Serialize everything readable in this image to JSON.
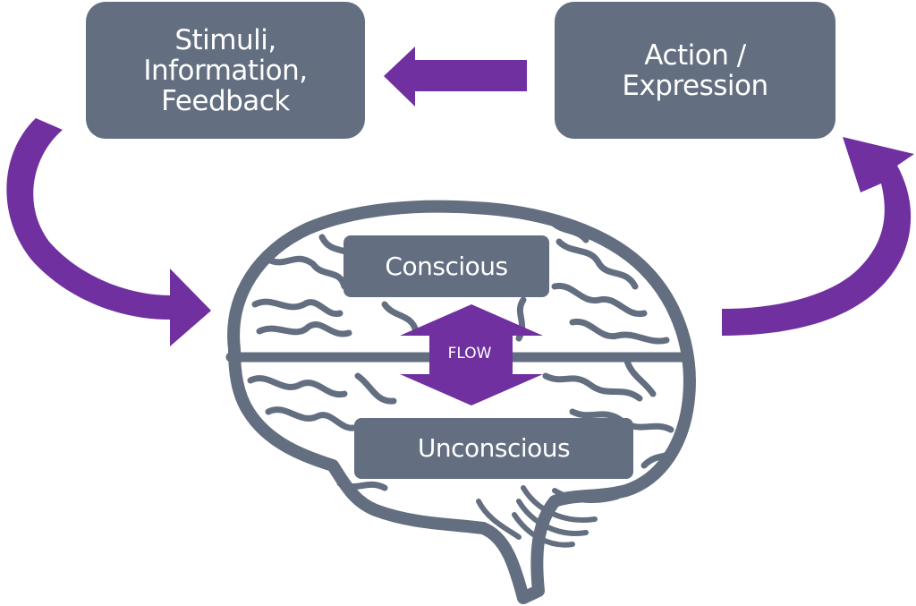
{
  "diagram": {
    "boxes": {
      "stimuli": "Stimuli,\nInformation,\nFeedback",
      "action": "Action /\nExpression",
      "conscious": "Conscious",
      "unconscious": "Unconscious"
    },
    "flow_label": "FLOW",
    "colors": {
      "box": "#636e80",
      "arrow": "#7030a0",
      "brain_outline": "#636e80",
      "text": "#ffffff"
    },
    "arrows": [
      {
        "from": "action",
        "to": "stimuli"
      },
      {
        "from": "stimuli",
        "to": "brain"
      },
      {
        "from": "brain",
        "to": "action"
      },
      {
        "between": [
          "conscious",
          "unconscious"
        ],
        "direction": "bidirectional"
      }
    ]
  }
}
